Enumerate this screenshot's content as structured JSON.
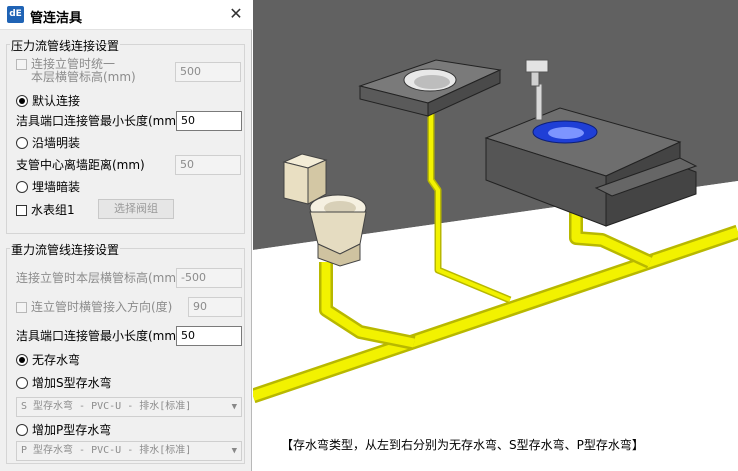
{
  "dialog": {
    "title": "管连洁具",
    "close_glyph": "✕",
    "app_icon_text": "dE",
    "pressure": {
      "title": "压力流管线连接设置",
      "unify_line1": "连接立管时统一",
      "unify_line2": "本层横管标高(mm)",
      "unify_value": "500",
      "default_connect": "默认连接",
      "fixture_min_len_label": "洁具端口连接管最小长度(mm)",
      "fixture_min_len_value": "50",
      "along_wall": "沿墙明装",
      "branch_wall_dist_label": "支管中心离墙距离(mm)",
      "branch_wall_dist_value": "50",
      "embedded": "埋墙暗装",
      "meter_group": "水表组1",
      "select_valve_btn": "选择阀组"
    },
    "gravity": {
      "title": "重力流管线连接设置",
      "riser_elev_label": "连接立管时本层横管标高(mm)",
      "riser_elev_value": "-500",
      "riser_dir_label": "连立管时横管接入方向(度)",
      "riser_dir_value": "90",
      "fixture_min_len_label": "洁具端口连接管最小长度(mm)",
      "fixture_min_len_value": "50",
      "no_trap": "无存水弯",
      "add_s_trap": "增加S型存水弯",
      "s_trap_type": "S 型存水弯 - PVC-U - 排水[标准]",
      "add_p_trap": "增加P型存水弯",
      "p_trap_type": "P 型存水弯 - PVC-U - 排水[标准]"
    }
  },
  "caption": "【存水弯类型，从左到右分别为无存水弯、S型存水弯、P型存水弯】",
  "colors": {
    "pipe": "#f2f200",
    "pipe_dark": "#b8b800",
    "fixture_blue": "#1f3fd6",
    "wall": "#616161"
  }
}
